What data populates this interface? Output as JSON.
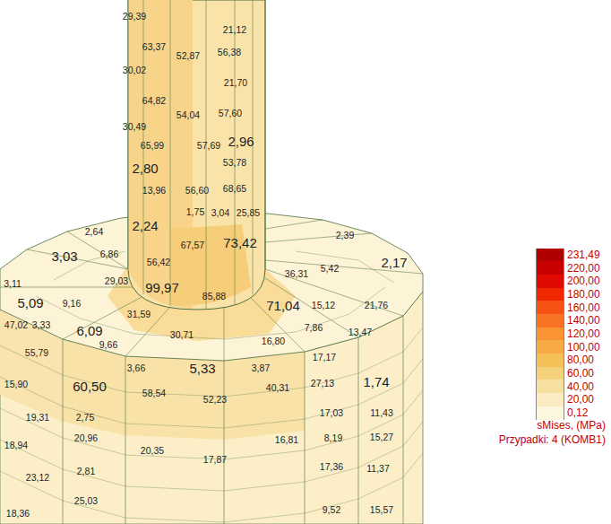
{
  "diagram": {
    "labels": [
      "29,39",
      "21,12",
      "63,37",
      "52,87",
      "56,38",
      "30,02",
      "21,70",
      "64,82",
      "54,04",
      "57,60",
      "30,49",
      "65,99",
      "57,69",
      "2,96",
      "53,78",
      "2,80",
      "13,96",
      "56,60",
      "68,65",
      "1,75",
      "3,04",
      "25,85",
      "2,24",
      "2,64",
      "67,57",
      "73,42",
      "2,39",
      "3,03",
      "6,86",
      "56,42",
      "2,17",
      "5,42",
      "36,31",
      "3,11",
      "29,03",
      "99,97",
      "85,88",
      "5,09",
      "9,16",
      "71,04",
      "15,12",
      "21,76",
      "31,59",
      "47,02",
      "3,33",
      "6,09",
      "7,86",
      "13,47",
      "30,71",
      "16,80",
      "9,66",
      "55,79",
      "17,17",
      "3,66",
      "5,33",
      "3,87",
      "15,90",
      "60,50",
      "1,74",
      "27,13",
      "40,31",
      "58,54",
      "52,23",
      "19,31",
      "2,75",
      "17,03",
      "11,43",
      "20,96",
      "16,81",
      "8,19",
      "15,27",
      "18,94",
      "20,35",
      "17,87",
      "2,81",
      "17,36",
      "11,37",
      "23,12",
      "25,03",
      "9,52",
      "15,57",
      "18,36",
      "sMises, (MPa)",
      "Przypadki: 4 (KOMB1)"
    ],
    "legend": [
      {
        "text": "231,49",
        "color": "#b00000"
      },
      {
        "text": "220,00",
        "color": "#c80000"
      },
      {
        "text": "200,00",
        "color": "#e00a00"
      },
      {
        "text": "180,00",
        "color": "#f02800"
      },
      {
        "text": "160,00",
        "color": "#f55214"
      },
      {
        "text": "140,00",
        "color": "#f87424"
      },
      {
        "text": "120,00",
        "color": "#f99334"
      },
      {
        "text": "100,00",
        "color": "#f8ab44"
      },
      {
        "text": "80,00",
        "color": "#f6c058"
      },
      {
        "text": "60,00",
        "color": "#f5d17c"
      },
      {
        "text": "40,00",
        "color": "#f7dfa0"
      },
      {
        "text": "20,00",
        "color": "#faebc2"
      },
      {
        "text": "0,12",
        "color": "#fdf6de"
      }
    ]
  }
}
